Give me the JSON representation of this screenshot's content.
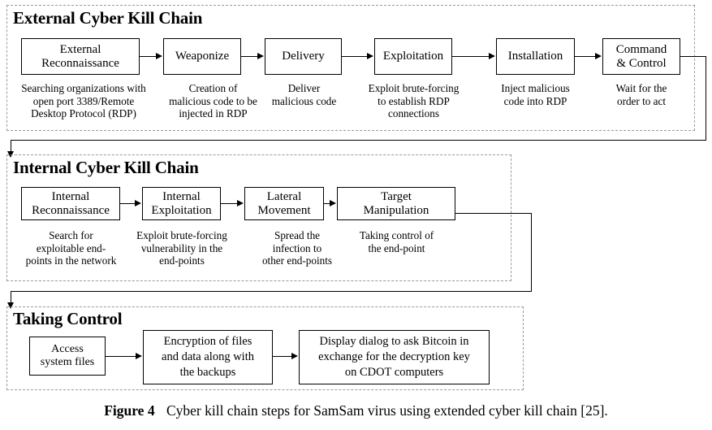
{
  "figure": {
    "label": "Figure 4",
    "caption": "Cyber kill chain steps for SamSam virus using extended cyber kill chain [25]."
  },
  "sections": [
    {
      "id": "external",
      "title": "External Cyber Kill Chain",
      "steps": [
        {
          "name": "External\nReconnaissance",
          "description": "Searching organizations with\nopen port 3389/Remote\nDesktop Protocol (RDP)"
        },
        {
          "name": "Weaponize",
          "description": "Creation of\nmalicious code to be\ninjected in RDP"
        },
        {
          "name": "Delivery",
          "description": "Deliver\nmalicious code"
        },
        {
          "name": "Exploitation",
          "description": "Exploit brute-forcing\nto establish RDP\nconnections"
        },
        {
          "name": "Installation",
          "description": "Inject malicious\ncode into RDP"
        },
        {
          "name": "Command\n& Control",
          "description": "Wait for the\norder to act"
        }
      ]
    },
    {
      "id": "internal",
      "title": "Internal Cyber Kill Chain",
      "steps": [
        {
          "name": "Internal\nReconnaissance",
          "description": "Search for\nexploitable end-\npoints in the network"
        },
        {
          "name": "Internal\nExploitation",
          "description": "Exploit brute-forcing\nvulnerability in the\nend-points"
        },
        {
          "name": "Lateral\nMovement",
          "description": "Spread the\ninfection to\nother end-points"
        },
        {
          "name": "Target\nManipulation",
          "description": "Taking control of\nthe end-point"
        }
      ]
    },
    {
      "id": "taking-control",
      "title": "Taking Control",
      "steps": [
        {
          "name": "Access\nsystem files",
          "description": ""
        },
        {
          "name": "Encryption of files\nand data along with\nthe backups",
          "description": ""
        },
        {
          "name": "Display dialog to ask Bitcoin in\nexchange for the decryption key\non CDOT computers",
          "description": ""
        }
      ]
    }
  ],
  "colors": {
    "box_border": "#000000",
    "group_border": "#9a9a9a",
    "background": "#ffffff",
    "text": "#000000"
  }
}
